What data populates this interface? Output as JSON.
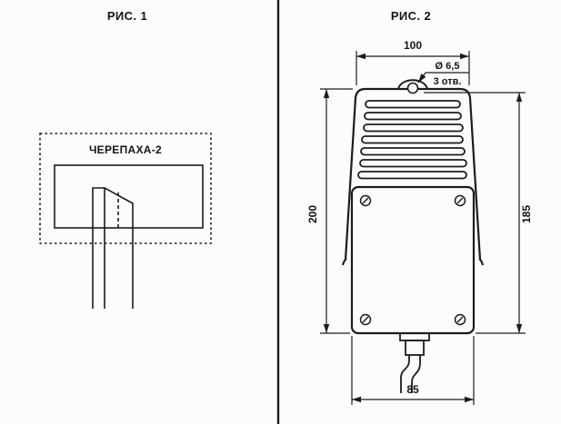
{
  "page": {
    "background": "#fcfcfa",
    "line_color": "#1c1c1c"
  },
  "figure1": {
    "title": "РИС. 1",
    "device_label": "ЧЕРЕПАХА-2"
  },
  "figure2": {
    "title": "РИС. 2",
    "dim_top_width": "100",
    "dim_left_height": "200",
    "dim_right_height": "185",
    "dim_bottom_width": "85",
    "hole_diameter": "Ø 6,5",
    "hole_count": "3 отв."
  }
}
